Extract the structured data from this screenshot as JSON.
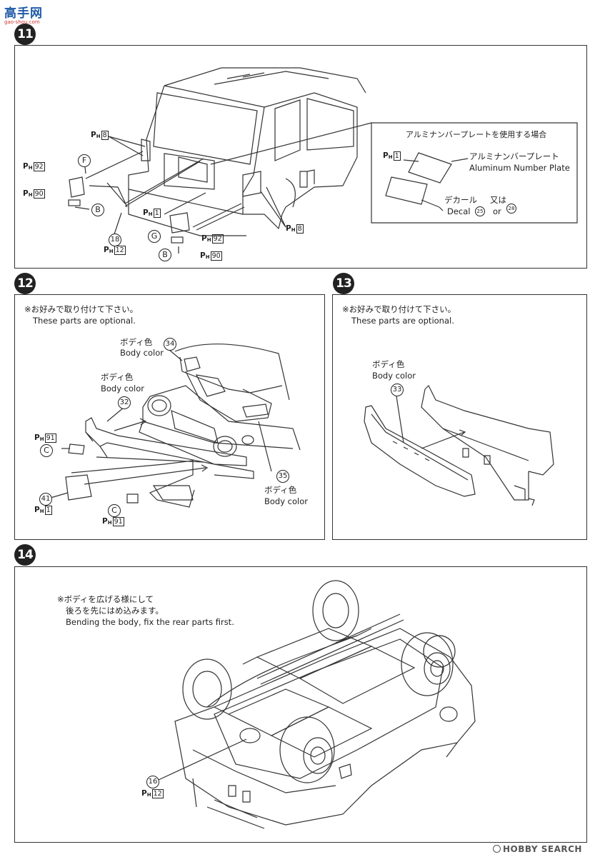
{
  "logo": {
    "cn": "高手网",
    "url": "gao-shou.com"
  },
  "watermark": "HOBBY SEARCH",
  "steps": {
    "s11": {
      "num": "11",
      "inset_title": "アルミナンバープレートを使用する場合",
      "plate_jp": "アルミナンバープレート",
      "plate_en": "Aluminum Number Plate",
      "decal_jp": "デカール",
      "decal_en": "Decal",
      "or_jp": "又は",
      "or_en": "or",
      "decal_a": "25",
      "decal_b": "28",
      "ph_inset": "1",
      "ph_top": "8",
      "ph_92a": "92",
      "ph_90a": "90",
      "ph_1": "1",
      "ph_92b": "92",
      "ph_90b": "90",
      "ph_12": "12",
      "ph_8b": "8",
      "part_18": "18",
      "letter_F": "F",
      "letter_B1": "B",
      "letter_G": "G",
      "letter_B2": "B"
    },
    "s12": {
      "num": "12",
      "note_jp": "※お好みで取り付けて下さい。",
      "note_en": "These parts are optional.",
      "body_jp": "ボディ色",
      "body_en": "Body color",
      "p34": "34",
      "p32": "32",
      "p35": "35",
      "p41": "41",
      "ph_91a": "91",
      "ph_1": "1",
      "ph_91b": "91",
      "letter_C1": "C",
      "letter_C2": "C"
    },
    "s13": {
      "num": "13",
      "note_jp": "※お好みで取り付けて下さい。",
      "note_en": "These parts are optional.",
      "body_jp": "ボディ色",
      "body_en": "Body color",
      "p33": "33"
    },
    "s14": {
      "num": "14",
      "note_jp1": "※ボディを広げる様にして",
      "note_jp2": "後ろを先にはめ込みます。",
      "note_en": "Bending the body, fix the rear parts first.",
      "p16": "16",
      "ph_12": "12"
    }
  },
  "ph_prefix": "P",
  "ph_sub": "H"
}
